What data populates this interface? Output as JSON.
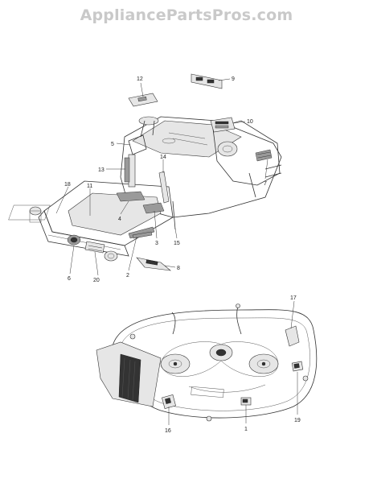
{
  "watermark": "AppliancePartsPros.com",
  "callouts": [
    {
      "id": "c12",
      "text": "12"
    },
    {
      "id": "c9",
      "text": "9"
    },
    {
      "id": "c10",
      "text": "10"
    },
    {
      "id": "c5",
      "text": "5"
    },
    {
      "id": "c13",
      "text": "13"
    },
    {
      "id": "c14",
      "text": "14"
    },
    {
      "id": "c7",
      "text": "7"
    },
    {
      "id": "c18",
      "text": "18"
    },
    {
      "id": "c11",
      "text": "11"
    },
    {
      "id": "c4",
      "text": "4"
    },
    {
      "id": "c3",
      "text": "3"
    },
    {
      "id": "c15",
      "text": "15"
    },
    {
      "id": "c6",
      "text": "6"
    },
    {
      "id": "c20",
      "text": "20"
    },
    {
      "id": "c2",
      "text": "2"
    },
    {
      "id": "c8",
      "text": "8"
    },
    {
      "id": "c17",
      "text": "17"
    },
    {
      "id": "c16",
      "text": "16"
    },
    {
      "id": "c1",
      "text": "1"
    },
    {
      "id": "c19",
      "text": "19"
    }
  ]
}
